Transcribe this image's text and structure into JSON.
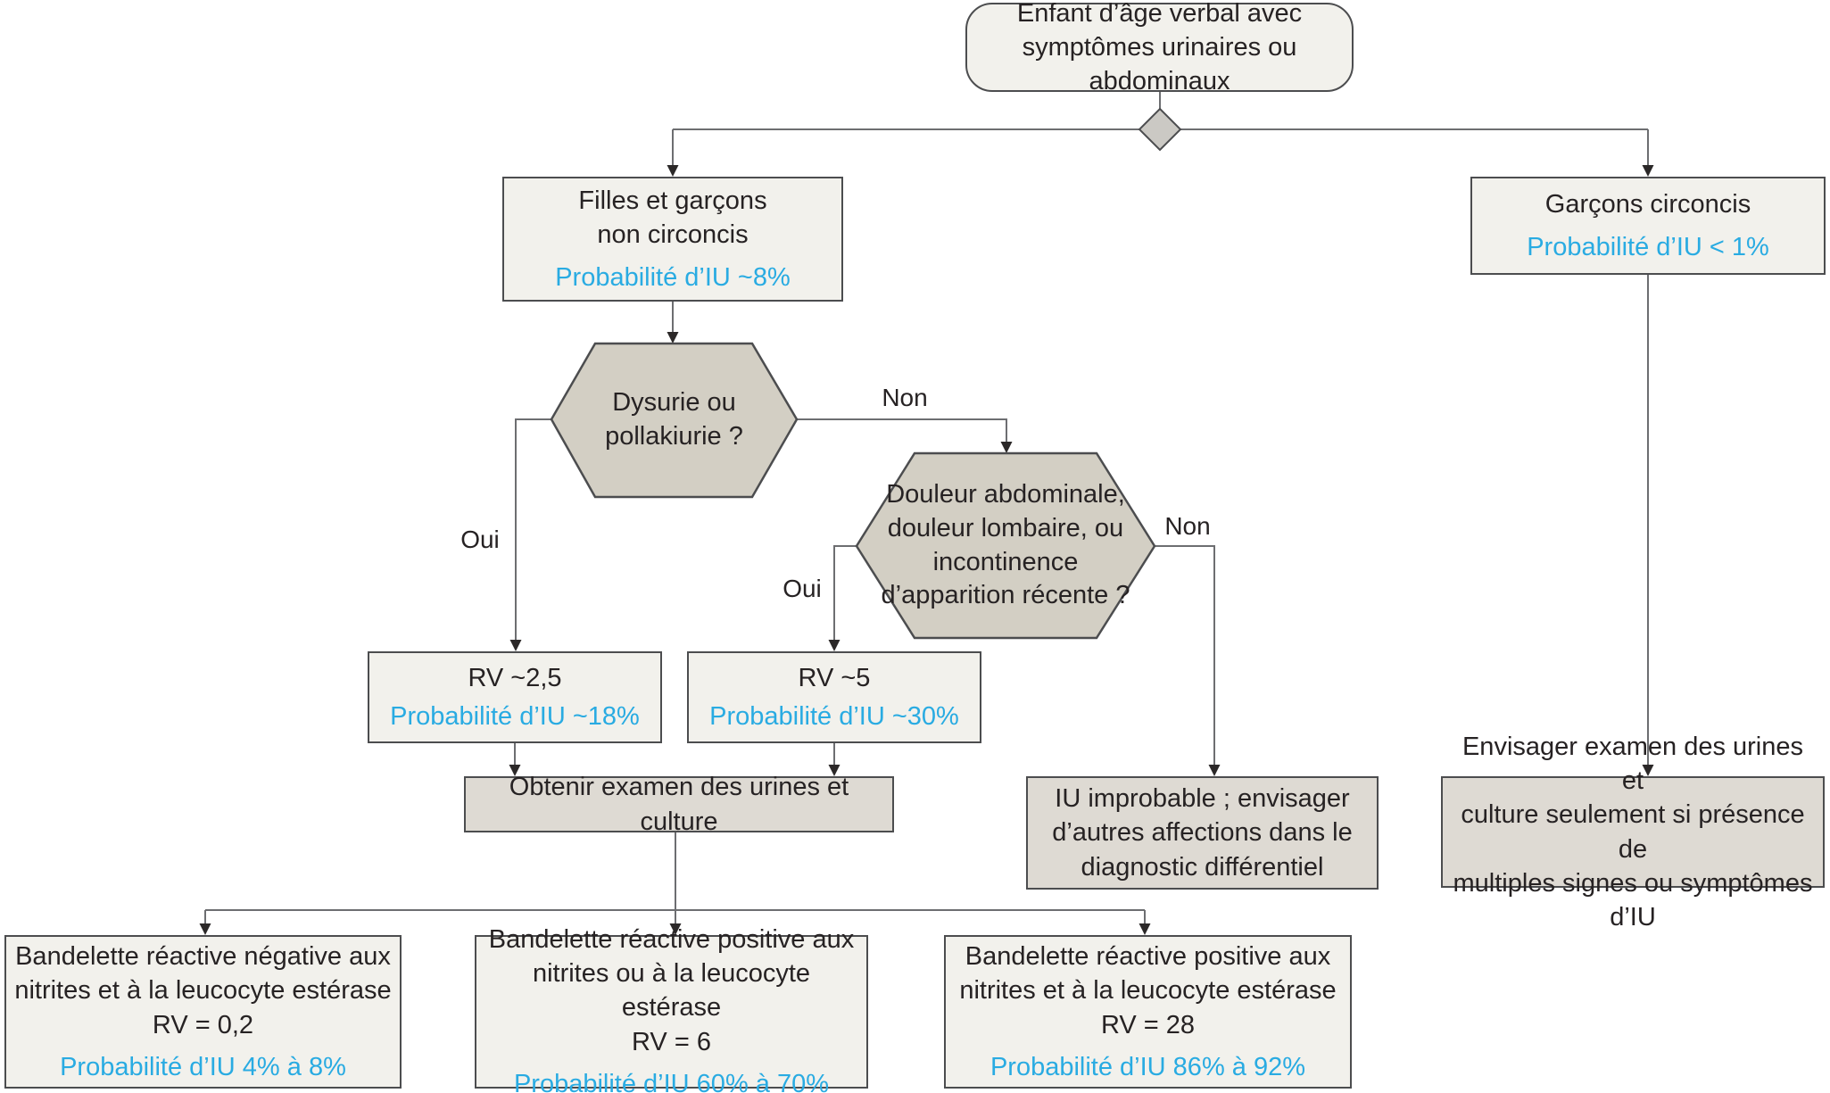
{
  "figure": {
    "type": "clinical-decision-flowchart",
    "language": "fr",
    "topic": "Probabilité d'infection urinaire (IU) chez l'enfant d'âge verbal"
  },
  "colors": {
    "box_light": "#f2f1ec",
    "box_gray": "#dedad3",
    "hex_fill": "#d3cfc4",
    "diamond_fill": "#cbc9c4",
    "border": "#4c4d4f",
    "line": "#6d6e71",
    "arrow": "#2b2828",
    "text": "#262223",
    "accent_blue": "#29abe2"
  },
  "nodes": {
    "start": {
      "lines": [
        "Enfant d’âge verbal avec",
        "symptômes urinaires ou abdominaux"
      ]
    },
    "girls_boys_uncircumcised": {
      "lines": [
        "Filles et garçons",
        "non circoncis"
      ],
      "probability": "Probabilité d’IU ~8%"
    },
    "boys_circumcised": {
      "lines": [
        "Garçons circoncis"
      ],
      "probability": "Probabilité d’IU < 1%"
    },
    "dysuria_question": {
      "lines": [
        "Dysurie ou",
        "pollakiurie ?"
      ]
    },
    "pain_question": {
      "lines": [
        "Douleur abdominale,",
        "douleur lombaire, ou",
        "incontinence",
        "d’apparition récente ?"
      ]
    },
    "rv_2_5": {
      "rv": "RV ~2,5",
      "probability": "Probabilité d’IU ~18%"
    },
    "rv_5": {
      "rv": "RV ~5",
      "probability": "Probabilité d’IU ~30%"
    },
    "obtain_urinalysis": {
      "lines": [
        "Obtenir examen des urines et culture"
      ]
    },
    "uti_unlikely": {
      "lines": [
        "IU improbable ; envisager",
        "d’autres affections dans le",
        "diagnostic différentiel"
      ]
    },
    "consider_urinalysis": {
      "lines": [
        "Envisager examen des urines et",
        "culture seulement si présence de",
        "multiples signes ou symptômes d’IU"
      ]
    },
    "dipstick_negative": {
      "lines": [
        "Bandelette réactive négative aux",
        "nitrites et à la leucocyte estérase",
        "RV = 0,2"
      ],
      "probability": "Probabilité d’IU 4% à 8%"
    },
    "dipstick_positive_or": {
      "lines": [
        "Bandelette réactive positive aux",
        "nitrites ou à la leucocyte estérase",
        "RV = 6"
      ],
      "probability": "Probabilité d’IU 60% à 70%"
    },
    "dipstick_positive_and": {
      "lines": [
        "Bandelette réactive positive aux",
        "nitrites et à la leucocyte estérase",
        "RV = 28"
      ],
      "probability": "Probabilité d’IU 86% à 92%"
    }
  },
  "edge_labels": {
    "dysuria_yes": "Oui",
    "dysuria_no": "Non",
    "pain_yes": "Oui",
    "pain_no": "Non"
  }
}
